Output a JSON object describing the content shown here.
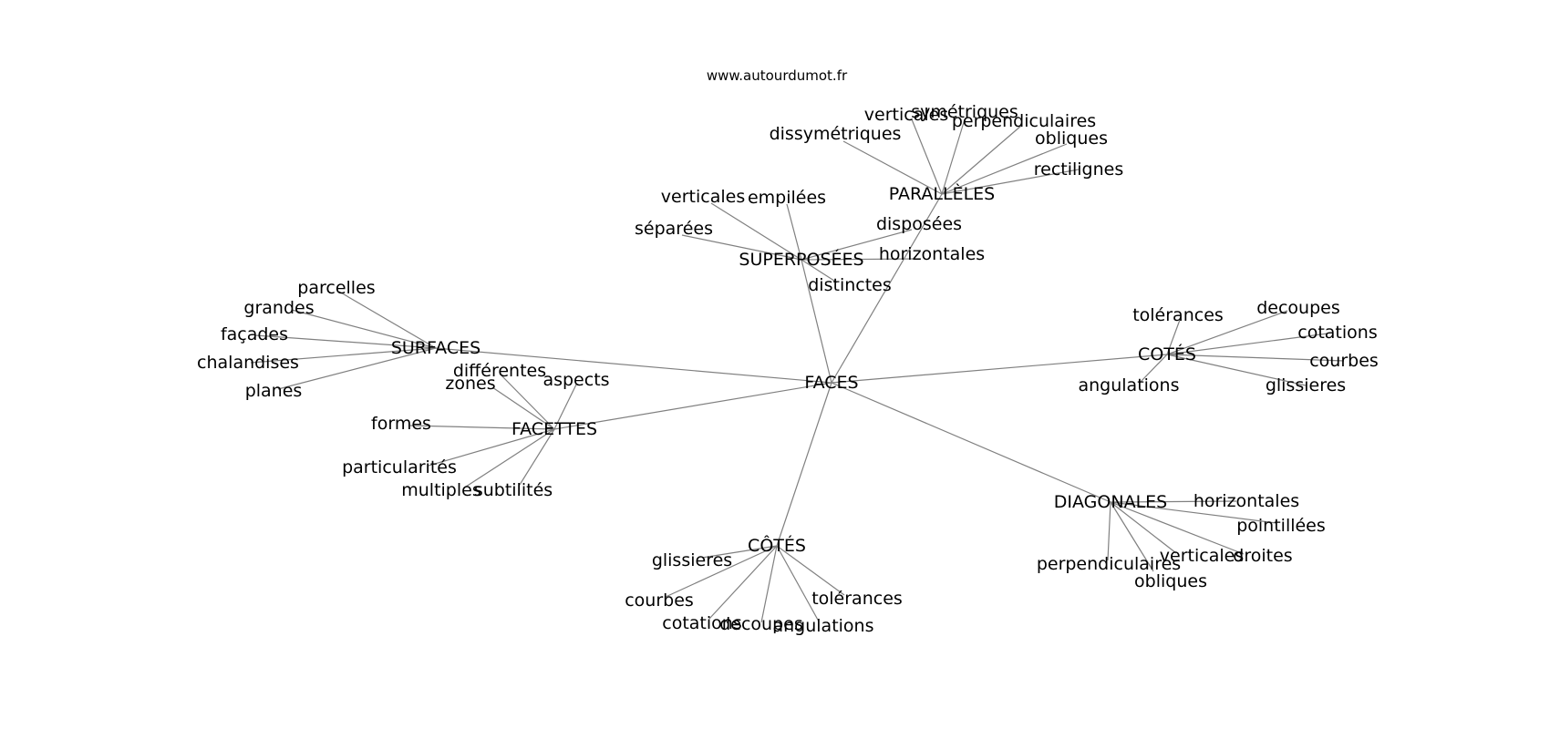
{
  "source": "www.autourdumot.fr",
  "nodes": [
    {
      "id": "FACES",
      "label": "FACES"
    },
    {
      "id": "SUPERPOSEES",
      "label": "SUPERPOSÉES"
    },
    {
      "id": "PARALLELES",
      "label": "PARALLÈLES"
    },
    {
      "id": "SURFACES",
      "label": "SURFACES"
    },
    {
      "id": "FACETTES",
      "label": "FACETTES"
    },
    {
      "id": "COTES_TOP",
      "label": "COTÉS"
    },
    {
      "id": "DIAGONALES",
      "label": "DIAGONALES"
    },
    {
      "id": "COTES_BOTTOM",
      "label": "CÔTÉS"
    },
    {
      "id": "p_dissymetriques",
      "label": "dissymétriques"
    },
    {
      "id": "p_verticales",
      "label": "verticales"
    },
    {
      "id": "p_symetriques",
      "label": "symétriques"
    },
    {
      "id": "p_perpendiculaires",
      "label": "perpendiculaires"
    },
    {
      "id": "p_obliques",
      "label": "obliques"
    },
    {
      "id": "p_rectilignes",
      "label": "rectilignes"
    },
    {
      "id": "s_verticales",
      "label": "verticales"
    },
    {
      "id": "s_empilees",
      "label": "empilées"
    },
    {
      "id": "s_separees",
      "label": "séparées"
    },
    {
      "id": "s_disposees",
      "label": "disposées"
    },
    {
      "id": "s_horizontales",
      "label": "horizontales"
    },
    {
      "id": "s_distinctes",
      "label": "distinctes"
    },
    {
      "id": "su_parcelles",
      "label": "parcelles"
    },
    {
      "id": "su_grandes",
      "label": "grandes"
    },
    {
      "id": "su_facades",
      "label": "façades"
    },
    {
      "id": "su_chalandises",
      "label": "chalandises"
    },
    {
      "id": "su_planes",
      "label": "planes"
    },
    {
      "id": "f_differentes",
      "label": "différentes"
    },
    {
      "id": "f_zones",
      "label": "zones"
    },
    {
      "id": "f_aspects",
      "label": "aspects"
    },
    {
      "id": "f_formes",
      "label": "formes"
    },
    {
      "id": "f_particularites",
      "label": "particularités"
    },
    {
      "id": "f_multiples",
      "label": "multiples"
    },
    {
      "id": "f_subtilites",
      "label": "subtilités"
    },
    {
      "id": "ct_tolerances",
      "label": "tolérances"
    },
    {
      "id": "ct_decoupes",
      "label": "decoupes"
    },
    {
      "id": "ct_cotations",
      "label": "cotations"
    },
    {
      "id": "ct_courbes",
      "label": "courbes"
    },
    {
      "id": "ct_glissieres",
      "label": "glissieres"
    },
    {
      "id": "ct_angulations",
      "label": "angulations"
    },
    {
      "id": "d_horizontales",
      "label": "horizontales"
    },
    {
      "id": "d_pointillees",
      "label": "pointillées"
    },
    {
      "id": "d_droites",
      "label": "droites"
    },
    {
      "id": "d_verticales",
      "label": "verticales"
    },
    {
      "id": "d_perpendiculaires",
      "label": "perpendiculaires"
    },
    {
      "id": "d_obliques",
      "label": "obliques"
    },
    {
      "id": "cb_glissieres",
      "label": "glissieres"
    },
    {
      "id": "cb_courbes",
      "label": "courbes"
    },
    {
      "id": "cb_cotations",
      "label": "cotations"
    },
    {
      "id": "cb_decoupes",
      "label": "decoupes"
    },
    {
      "id": "cb_angulations",
      "label": "angulations"
    },
    {
      "id": "cb_tolerances",
      "label": "tolérances"
    }
  ],
  "edges": [
    [
      "FACES",
      "SUPERPOSEES"
    ],
    [
      "FACES",
      "PARALLELES"
    ],
    [
      "FACES",
      "SURFACES"
    ],
    [
      "FACES",
      "FACETTES"
    ],
    [
      "FACES",
      "COTES_TOP"
    ],
    [
      "FACES",
      "DIAGONALES"
    ],
    [
      "FACES",
      "COTES_BOTTOM"
    ],
    [
      "PARALLELES",
      "p_dissymetriques"
    ],
    [
      "PARALLELES",
      "p_verticales"
    ],
    [
      "PARALLELES",
      "p_symetriques"
    ],
    [
      "PARALLELES",
      "p_perpendiculaires"
    ],
    [
      "PARALLELES",
      "p_obliques"
    ],
    [
      "PARALLELES",
      "p_rectilignes"
    ],
    [
      "SUPERPOSEES",
      "s_verticales"
    ],
    [
      "SUPERPOSEES",
      "s_empilees"
    ],
    [
      "SUPERPOSEES",
      "s_separees"
    ],
    [
      "SUPERPOSEES",
      "s_disposees"
    ],
    [
      "SUPERPOSEES",
      "s_horizontales"
    ],
    [
      "SUPERPOSEES",
      "s_distinctes"
    ],
    [
      "SURFACES",
      "su_parcelles"
    ],
    [
      "SURFACES",
      "su_grandes"
    ],
    [
      "SURFACES",
      "su_facades"
    ],
    [
      "SURFACES",
      "su_chalandises"
    ],
    [
      "SURFACES",
      "su_planes"
    ],
    [
      "FACETTES",
      "f_differentes"
    ],
    [
      "FACETTES",
      "f_zones"
    ],
    [
      "FACETTES",
      "f_aspects"
    ],
    [
      "FACETTES",
      "f_formes"
    ],
    [
      "FACETTES",
      "f_particularites"
    ],
    [
      "FACETTES",
      "f_multiples"
    ],
    [
      "FACETTES",
      "f_subtilites"
    ],
    [
      "COTES_TOP",
      "ct_tolerances"
    ],
    [
      "COTES_TOP",
      "ct_decoupes"
    ],
    [
      "COTES_TOP",
      "ct_cotations"
    ],
    [
      "COTES_TOP",
      "ct_courbes"
    ],
    [
      "COTES_TOP",
      "ct_glissieres"
    ],
    [
      "COTES_TOP",
      "ct_angulations"
    ],
    [
      "DIAGONALES",
      "d_horizontales"
    ],
    [
      "DIAGONALES",
      "d_pointillees"
    ],
    [
      "DIAGONALES",
      "d_droites"
    ],
    [
      "DIAGONALES",
      "d_verticales"
    ],
    [
      "DIAGONALES",
      "d_perpendiculaires"
    ],
    [
      "DIAGONALES",
      "d_obliques"
    ],
    [
      "COTES_BOTTOM",
      "cb_glissieres"
    ],
    [
      "COTES_BOTTOM",
      "cb_courbes"
    ],
    [
      "COTES_BOTTOM",
      "cb_cotations"
    ],
    [
      "COTES_BOTTOM",
      "cb_decoupes"
    ],
    [
      "COTES_BOTTOM",
      "cb_angulations"
    ],
    [
      "COTES_BOTTOM",
      "cb_tolerances"
    ]
  ]
}
